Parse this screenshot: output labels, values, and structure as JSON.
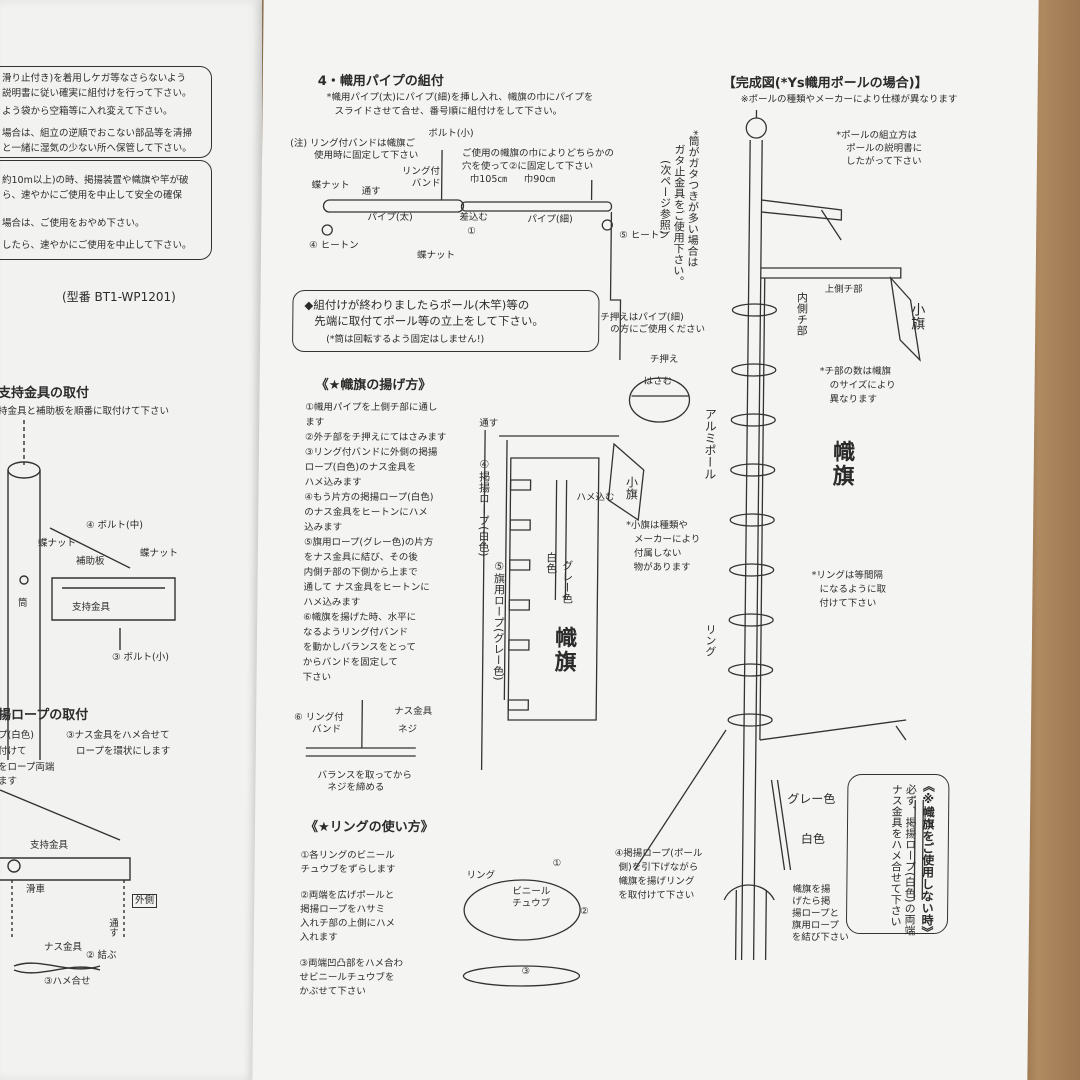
{
  "left_panel": {
    "top_box_lines": [
      "滑り止付き)を着用しケガ等なさらないよう",
      "説明書に従い確実に組付けを行って下さい。",
      "よう袋から空箱等に入れ変えて下さい。",
      "場合は、組立の逆順でおこない部品等を清掃",
      "と一緒に湿気の少ない所へ保管して下さい。"
    ],
    "second_box_lines": [
      "約10m以上)の時、掲揚装置や幟旗や竿が破",
      "ら、速やかにご使用を中止して安全の確保",
      "場合は、ご使用をおやめ下さい。",
      "したら、速やかにご使用を中止して下さい。"
    ],
    "model_number": "(型番 BT1-WP1201)",
    "section_support_title": "支持金具の取付",
    "section_support_sub": "持金具と補助板を順番に取付けて下さい",
    "labels": {
      "bolt_mid": "④ ボルト(中)",
      "wing_nut1": "蝶ナット",
      "wing_nut2": "蝶ナット",
      "hojoban": "補助板",
      "tsutsu": "筒",
      "shijikanagu": "支持金具",
      "bolt_small": "③ ボルト(小)"
    },
    "section_rope_title": "揚ロープの取付",
    "rope_lines_a": [
      "プ(白色)",
      "付けて",
      "をロープ両端",
      "ます"
    ],
    "rope_lines_b": [
      "③ナス金具をハメ合せて",
      "ロープを環状にします"
    ],
    "rope_labels": {
      "shiji": "支持金具",
      "kassha": "滑車",
      "gaisoku": "外側",
      "tosu": "通す",
      "nasu": "ナス金具",
      "musubu": "② 結ぶ",
      "hameawase": "③ハメ合せ"
    }
  },
  "pipe_section": {
    "title": "4・幟用パイプの組付",
    "instr_line1": "*幟用パイプ(太)にパイプ(細)を挿し入れ、幟旗の巾にパイプを",
    "instr_line2": "スライドさせて合せ、番号順に組付けをして下さい。",
    "note1": "(注) リング付バンドは幟旗ご",
    "note2": "使用時に固定して下さい",
    "bolt_small": "ボルト(小)",
    "ring_band": "リング付",
    "band": "バンド",
    "tosu": "通す",
    "wing_nut_top": "蝶ナット",
    "pipe_thick": "パイプ(太)",
    "pipe_thin": "パイプ(細)",
    "heaton4": "④ ヒートン",
    "heaton5": "⑤ ヒートン",
    "wing_nut_bottom": "蝶ナット",
    "sashikomu": "差込む",
    "num1": "①",
    "width105": "巾105㎝",
    "width90": "巾90㎝",
    "hole_note1": "ご使用の幟旗の巾によりどちらかの",
    "hole_note2": "穴を使って②に固定して下さい",
    "notice_line1": "◆組付けが終わりましたらポール(木竿)等の",
    "notice_line2": "先端に取付てポール等の立上をして下さい。",
    "notice_line3": "(*筒は回転するよう固定はしません!)"
  },
  "raise_section": {
    "title": "《★幟旗の揚げ方》",
    "steps": [
      "①幟用パイプを上側チ部に通し",
      "ます",
      "②外チ部をチ押えにてはさみます",
      "③リング付バンドに外側の掲揚",
      "ロープ(白色)のナス金具を",
      "ハメ込みます",
      "④もう片方の掲揚ロープ(白色)",
      "のナス金具をヒートンにハメ",
      "込みます",
      "⑤旗用ロープ(グレー色)の片方",
      "をナス金具に結び、その後",
      "内側チ部の下側から上まで",
      "通して ナス金具をヒートンに",
      "ハメ込みます",
      "⑥幟旗を揚げた時、水平に",
      "なるようリング付バンド",
      "を動かしバランスをとって",
      "からバンドを固定して",
      "下さい"
    ],
    "fig6_label": "⑥ リング付",
    "fig6_band": "バンド",
    "fig6_nasu": "ナス金具",
    "fig6_neji": "ネジ",
    "fig6_caption1": "バランスを取ってから",
    "fig6_caption2": "ネジを締める"
  },
  "ring_section": {
    "title": "《★リングの使い方》",
    "steps": [
      "①各リングのビニール",
      "チュウブをずらします",
      "②両端を広げポールと",
      "掲揚ロープをハサミ",
      "入れチ部の上側にハメ",
      "入れます",
      "③両端凹凸部をハメ合わ",
      "せビニールチュウブを",
      "かぶせて下さい"
    ],
    "ring_label": "リング",
    "vinyl": "ビニール",
    "tube": "チュウブ",
    "c1": "①",
    "c2": "②",
    "c3": "③"
  },
  "middle_figure": {
    "tosu": "通す",
    "chiosae": "チ押えはパイプ(細)",
    "chiosae2": "の方にご使用ください",
    "chiosae_fig": "チ押え",
    "hasamu": "はさむ",
    "rope_white_v": "④掲揚ロープ(白色)",
    "rope_gray_v": "⑤旗用ロープ(グレー色)",
    "hamekomu": "ハメ込む",
    "white": "白色",
    "gray": "グレー色",
    "kohata": "小旗",
    "kohata_note": [
      "*小旗は種類や",
      "メーカーにより",
      "付属しない",
      "物があります"
    ],
    "nobori": "幟旗"
  },
  "complete_section": {
    "title": "【完成図(*Ys幟用ポールの場合)】",
    "subtitle": "※ポールの種類やメーカーにより仕様が異なります",
    "pole_assembly1": "*ポールの組立方は",
    "pole_assembly2": "ポールの説明書に",
    "pole_assembly3": "したがって下さい",
    "tsutsu_vertical": "*筒がガタつきが多い場合は",
    "tsutsu_vertical2": "ガタ止金具をご使用下さい。",
    "tsutsu_vertical3": "(次ページ参照)",
    "upper_chi": "上側チ部",
    "inner_chi": "内側チ部",
    "chi_count1": "*チ部の数は幟旗",
    "chi_count2": "のサイズにより",
    "chi_count3": "異なります",
    "kohata": "小旗",
    "aluminum_pole": "アルミポール",
    "nobori": "幟旗",
    "ring_note1": "*リングは等間隔",
    "ring_note2": "になるように取",
    "ring_note3": "付けて下さい",
    "ring": "リング",
    "gray": "グレー色",
    "white": "白色",
    "rope4_1": "④掲揚ロープ(ポール",
    "rope4_2": "側)を引下げながら",
    "rope4_3": "幟旗を揚げリング",
    "rope4_4": "を取付けて下さい",
    "tie1": "幟旗を揚",
    "tie2": "げたら掲",
    "tie3": "揚ロープと",
    "tie4": "旗用ロープ",
    "tie5": "を結び下さい",
    "notuse_title": "《※幟旗をご使用しない時》",
    "notuse_1": "必ず、掲揚ロープ(白色)の両端",
    "notuse_2": "ナス金具をハメ合せて下さい"
  },
  "colors": {
    "paper": "#f4f4f2",
    "ink": "#2b2b2b",
    "wood": "#9c7752"
  }
}
